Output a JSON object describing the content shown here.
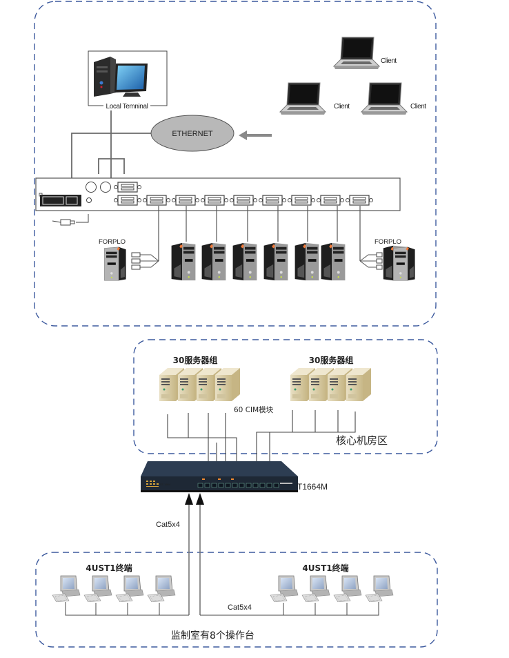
{
  "colors": {
    "dash_border": "#3d5a9e",
    "line": "#5a5a5a",
    "ethernet_fill": "#b8b8b8",
    "switch_body": "#233040",
    "server_beige": "#d8ccaa",
    "tower_black": "#1e1e1e",
    "tower_silver": "#9a9a9a",
    "arrow_gray": "#8a8a8a"
  },
  "top_zone": {
    "local_terminal": {
      "label": "Local Temninal",
      "icon": "desktop-computer-icon"
    },
    "ethernet": {
      "label": "ETHERNET"
    },
    "clients": [
      {
        "label": "Client",
        "icon": "laptop-icon"
      },
      {
        "label": "Client",
        "icon": "laptop-icon"
      },
      {
        "label": "Client",
        "icon": "laptop-icon"
      }
    ],
    "kvm_switch": {
      "icon": "kvm-switch-icon",
      "port_count": 9
    },
    "forplo_left": {
      "label": "FORPLO"
    },
    "forplo_right": {
      "label": "FORPLO"
    },
    "tower_servers_count": 6
  },
  "core_zone": {
    "title": "核心机房区",
    "groups": [
      {
        "label": "30服务器组",
        "servers": 4
      },
      {
        "label": "30服务器组",
        "servers": 4
      }
    ],
    "cim_label": "60 CIM模块"
  },
  "switch": {
    "model": "T1664M"
  },
  "cables": {
    "left_label": "Cat5x4",
    "right_label": "Cat5x4"
  },
  "bottom_zone": {
    "title": "监制室有8个操作台",
    "groups": [
      {
        "label": "4UST1终端",
        "terminals": 4
      },
      {
        "label": "4UST1终端",
        "terminals": 4
      }
    ]
  }
}
